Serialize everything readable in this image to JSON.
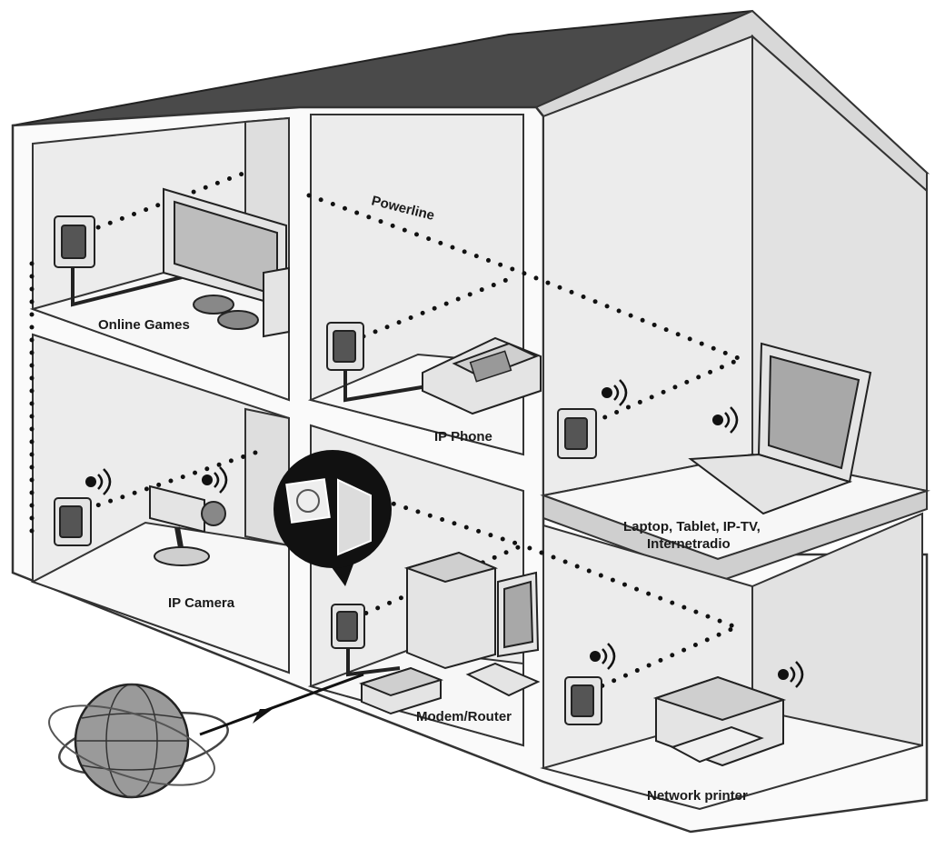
{
  "labels": {
    "powerline": "Powerline",
    "online_games": "Online Games",
    "ip_phone": "IP Phone",
    "laptop_line1": "Laptop, Tablet, IP-TV,",
    "laptop_line2": "Internetradio",
    "ip_camera": "IP Camera",
    "modem_router": "Modem/Router",
    "network_printer": "Network printer"
  },
  "colors": {
    "roof": "#4a4a4a",
    "wall": "#ececec",
    "line": "#111111"
  },
  "icons": [
    "house",
    "powerline-adapter-icon",
    "monitor-icon",
    "game-controller-icon",
    "phone-icon",
    "laptop-icon",
    "camera-icon",
    "desktop-pc-icon",
    "router-icon",
    "printer-icon",
    "globe-icon",
    "wifi-icon",
    "wall-socket-icon"
  ]
}
